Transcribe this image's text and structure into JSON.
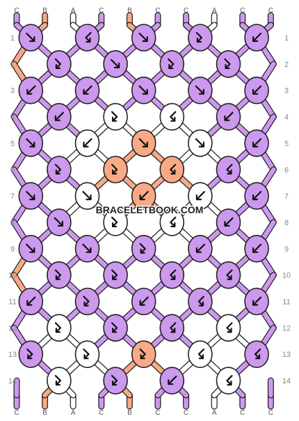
{
  "watermark": "BRACELETBOOK.COM",
  "colors": {
    "C": "#cc99ee",
    "B": "#f7aa85",
    "A": "#ffffff"
  },
  "strands_top": [
    "C",
    "B",
    "A",
    "C",
    "B",
    "C",
    "C",
    "A",
    "C",
    "C"
  ],
  "strands_bottom": [
    "C",
    "B",
    "A",
    "C",
    "B",
    "C",
    "C",
    "A",
    "C",
    "C"
  ],
  "row_labels": [
    "1",
    "2",
    "3",
    "4",
    "5",
    "6",
    "7",
    "8",
    "9",
    "10",
    "11",
    "12",
    "13",
    "14"
  ],
  "knot_rows": [
    [
      {
        "c": "C",
        "d": "f"
      },
      {
        "c": "C",
        "d": "bf"
      },
      {
        "c": "C",
        "d": "f"
      },
      {
        "c": "C",
        "d": "fb"
      },
      {
        "c": "C",
        "d": "b"
      }
    ],
    [
      {
        "c": "C",
        "d": "fb"
      },
      {
        "c": "C",
        "d": "f"
      },
      {
        "c": "C",
        "d": "fb"
      },
      {
        "c": "C",
        "d": "fb"
      }
    ],
    [
      {
        "c": "C",
        "d": "b"
      },
      {
        "c": "C",
        "d": "b"
      },
      {
        "c": "C",
        "d": "f"
      },
      {
        "c": "C",
        "d": "f"
      },
      {
        "c": "C",
        "d": "b"
      }
    ],
    [
      {
        "c": "C",
        "d": "b"
      },
      {
        "c": "A",
        "d": "fb"
      },
      {
        "c": "A",
        "d": "bf"
      },
      {
        "c": "C",
        "d": "b"
      }
    ],
    [
      {
        "c": "C",
        "d": "f"
      },
      {
        "c": "A",
        "d": "b"
      },
      {
        "c": "B",
        "d": "f"
      },
      {
        "c": "A",
        "d": "f"
      },
      {
        "c": "C",
        "d": "b"
      }
    ],
    [
      {
        "c": "C",
        "d": "fb"
      },
      {
        "c": "B",
        "d": "fb"
      },
      {
        "c": "B",
        "d": "bf"
      },
      {
        "c": "C",
        "d": "bf"
      }
    ],
    [
      {
        "c": "C",
        "d": "f"
      },
      {
        "c": "A",
        "d": "f"
      },
      {
        "c": "B",
        "d": "b"
      },
      {
        "c": "A",
        "d": "b"
      },
      {
        "c": "C",
        "d": "b"
      }
    ],
    [
      {
        "c": "C",
        "d": "f"
      },
      {
        "c": "A",
        "d": "fb"
      },
      {
        "c": "A",
        "d": "bf"
      },
      {
        "c": "C",
        "d": "b"
      }
    ],
    [
      {
        "c": "C",
        "d": "f"
      },
      {
        "c": "C",
        "d": "f"
      },
      {
        "c": "C",
        "d": "fb"
      },
      {
        "c": "C",
        "d": "b"
      },
      {
        "c": "C",
        "d": "b"
      }
    ],
    [
      {
        "c": "C",
        "d": "fb"
      },
      {
        "c": "C",
        "d": "fb"
      },
      {
        "c": "C",
        "d": "bf"
      },
      {
        "c": "C",
        "d": "bf"
      }
    ],
    [
      {
        "c": "C",
        "d": "b"
      },
      {
        "c": "C",
        "d": "fb"
      },
      {
        "c": "C",
        "d": "b"
      },
      {
        "c": "C",
        "d": "bf"
      },
      {
        "c": "C",
        "d": "b"
      }
    ],
    [
      {
        "c": "A",
        "d": "fb"
      },
      {
        "c": "C",
        "d": "fb"
      },
      {
        "c": "C",
        "d": "bf"
      },
      {
        "c": "A",
        "d": "bf"
      }
    ],
    [
      {
        "c": "C",
        "d": "fb"
      },
      {
        "c": "A",
        "d": "fb"
      },
      {
        "c": "B",
        "d": "fb"
      },
      {
        "c": "A",
        "d": "bf"
      },
      {
        "c": "C",
        "d": "bf"
      }
    ],
    [
      {
        "c": "A",
        "d": "fb"
      },
      {
        "c": "C",
        "d": "fb"
      },
      {
        "c": "C",
        "d": "b"
      },
      {
        "c": "A",
        "d": "bf"
      }
    ]
  ],
  "left_edge": [
    "C",
    "B",
    "C",
    "C",
    "C",
    "C",
    "C",
    "C",
    "C",
    "B",
    "C",
    "C",
    "C",
    "C"
  ],
  "right_edge": [
    "C",
    "C",
    "C",
    "C",
    "C",
    "C",
    "C",
    "C",
    "C",
    "C",
    "C",
    "C",
    "C",
    "C"
  ]
}
